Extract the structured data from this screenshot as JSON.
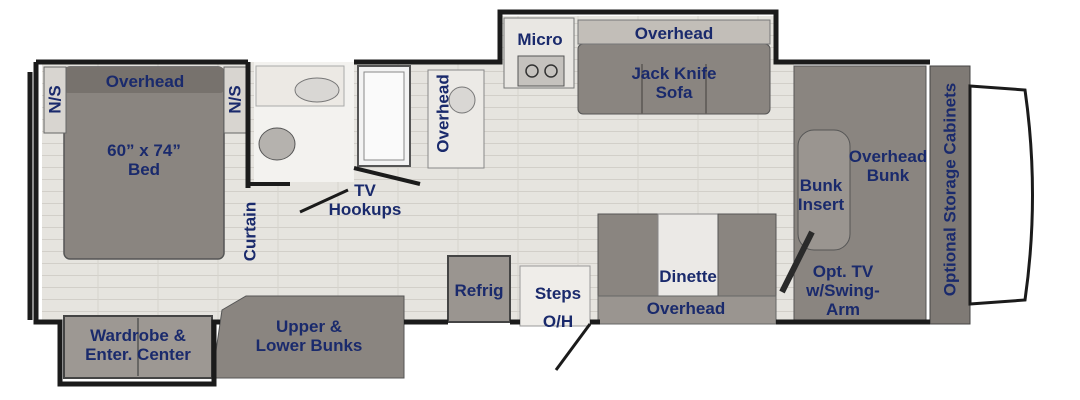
{
  "colors": {
    "wall": "#1b1b1b",
    "floor": "#e4e2dd",
    "furniture": "#8a8580",
    "furniture_dark": "#6e6a66",
    "cabinet": "#b9b4ae",
    "label": "#1a2a6c"
  },
  "labels": {
    "overhead_bed": "Overhead",
    "ns_left": "N/S",
    "ns_right": "N/S",
    "bed_size": "60” x 74”",
    "bed": "Bed",
    "curtain": "Curtain",
    "overhead_bath": "Overhead",
    "tv_hookups_1": "TV",
    "tv_hookups_2": "Hookups",
    "micro": "Micro",
    "overhead_sofa": "Overhead",
    "sofa_1": "Jack Knife",
    "sofa_2": "Sofa",
    "overhead_bunk_1": "Overhead",
    "overhead_bunk_2": "Bunk",
    "bunk_insert_1": "Bunk",
    "bunk_insert_2": "Insert",
    "opt_tv_1": "Opt. TV",
    "opt_tv_2": "w/Swing-",
    "opt_tv_3": "Arm",
    "storage": "Optional Storage Cabinets",
    "dinette": "Dinette",
    "overhead_dinette": "Overhead",
    "refrig": "Refrig",
    "steps": "Steps",
    "oh": "O/H",
    "bunks_1": "Upper &",
    "bunks_2": "Lower Bunks",
    "wardrobe_1": "Wardrobe &",
    "wardrobe_2": "Enter. Center"
  }
}
